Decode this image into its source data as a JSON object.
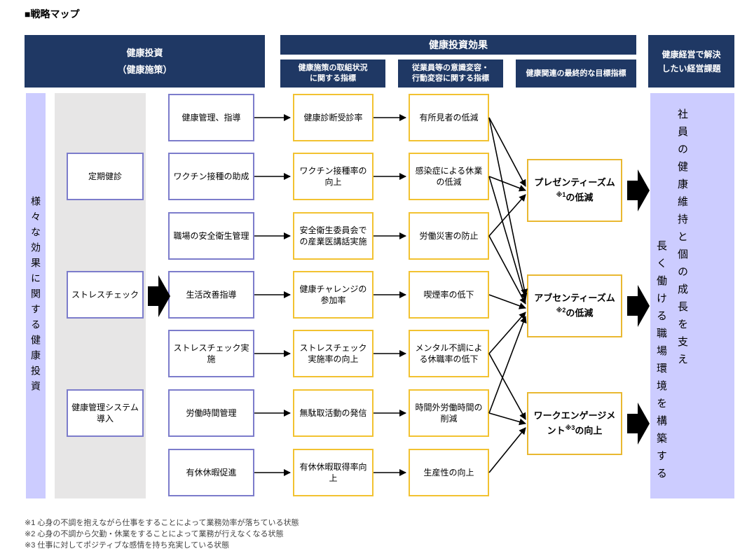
{
  "title": "■戦略マップ",
  "headers": {
    "investment": {
      "line1": "健康投資",
      "line2": "（健康施策）"
    },
    "effect": "健康投資効果",
    "sub": [
      {
        "line1": "健康施策の取組状況",
        "line2": "に関する指標"
      },
      {
        "line1": "従業員等の意識変容・",
        "line2": "行動変容に関する指標"
      },
      {
        "line1": "健康関連の最終的な目標指標",
        "line2": ""
      }
    ],
    "issue": {
      "line1": "健康経営で解決",
      "line2": "したい経営課題"
    }
  },
  "left_bar": {
    "text": "様々な効果に関する健康投資"
  },
  "right_bar": {
    "line1": "社員の健康維持と個の成長を支え",
    "line2": "長く働ける職場環境を構築する"
  },
  "categories": [
    "定期健診",
    "ストレスチェック",
    "健康管理システム導入"
  ],
  "measures": [
    "健康管理、指導",
    "ワクチン接種の助成",
    "職場の安全衛生管理",
    "生活改善指導",
    "ストレスチェック実施",
    "労働時間管理",
    "有休休暇促進"
  ],
  "process_indicators": [
    "健康診断受診率",
    "ワクチン接種率の向上",
    "安全衛生委員会での産業医講話実施",
    "健康チャレンジの参加率",
    "ストレスチェック実施率の向上",
    "無駄取活動の発信",
    "有休休暇取得率向上"
  ],
  "behavior_indicators": [
    "有所見者の低減",
    "感染症による休業の低減",
    "労働災害の防止",
    "喫煙率の低下",
    "メンタル不調による休職率の低下",
    "時間外労働時間の削減",
    "生産性の向上"
  ],
  "final_targets": [
    {
      "name": "プレゼンティーズム",
      "note": "※1",
      "suffix": "の低減"
    },
    {
      "name": "アブセンティーズム",
      "note": "※2",
      "suffix": "の低減"
    },
    {
      "name": "ワークエンゲージメント",
      "note": "※3",
      "suffix": "の向上"
    }
  ],
  "connections": [
    {
      "from": 0,
      "to": 0
    },
    {
      "from": 1,
      "to": 0
    },
    {
      "from": 2,
      "to": 0
    },
    {
      "from": 0,
      "to": 1
    },
    {
      "from": 1,
      "to": 1
    },
    {
      "from": 2,
      "to": 1
    },
    {
      "from": 3,
      "to": 1
    },
    {
      "from": 4,
      "to": 1
    },
    {
      "from": 5,
      "to": 1
    },
    {
      "from": 4,
      "to": 2
    },
    {
      "from": 5,
      "to": 2
    },
    {
      "from": 6,
      "to": 2
    }
  ],
  "footnotes": [
    "※1 心身の不調を抱えながら仕事をすることによって業務効率が落ちている状態",
    "※2 心身の不調から欠勤・休業をすることによって業務が行えなくなる状態",
    "※3 仕事に対してポジティブな感情を持ち充実している状態"
  ],
  "colors": {
    "header_navy": "#1F3864",
    "side_bar_lavender": "#CCCCFF",
    "category_column_gray": "#E7E6E6",
    "measure_border_purple": "#7C7CCB",
    "indicator_border_gold": "#F2C231",
    "arrow_black": "#000000"
  }
}
